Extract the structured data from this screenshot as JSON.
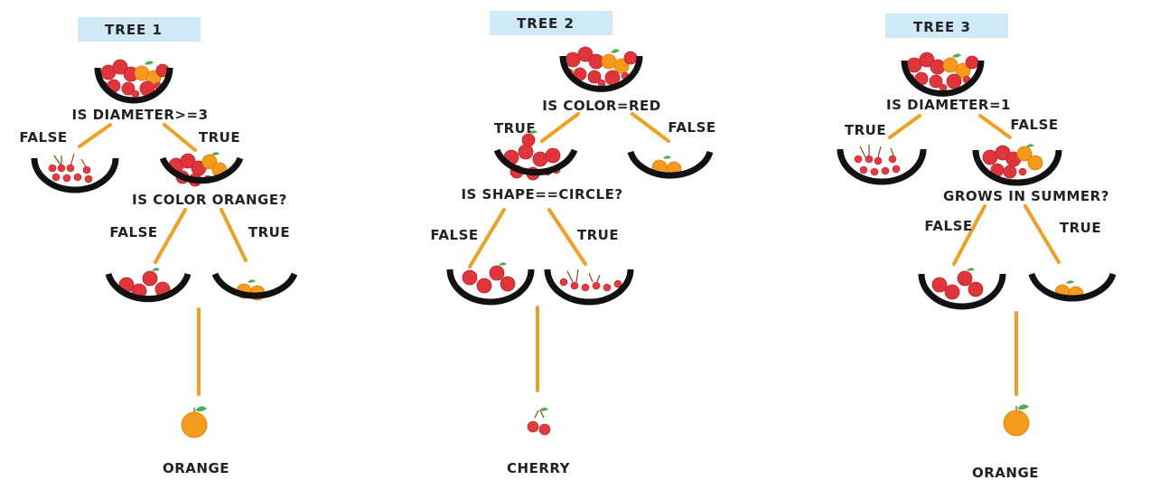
{
  "colors": {
    "title_badge": "#cfe9f7",
    "edge": "#f0a020",
    "bowl": "#111111",
    "apple": "#e0353a",
    "orange": "#f59a1c",
    "cherry": "#e43a3f"
  },
  "trees": [
    {
      "title": "TREE 1",
      "root_question": "IS DIAMETER>=3",
      "root_left": "FALSE",
      "root_right": "TRUE",
      "sub_question": "IS COLOR ORANGE?",
      "sub_left": "FALSE",
      "sub_right": "TRUE",
      "result": "ORANGE"
    },
    {
      "title": "TREE 2",
      "root_question": "IS COLOR=RED",
      "root_left": "TRUE",
      "root_right": "FALSE",
      "sub_question": "IS SHAPE==CIRCLE?",
      "sub_left": "FALSE",
      "sub_right": "TRUE",
      "result": "CHERRY"
    },
    {
      "title": "TREE 3",
      "root_question": "IS DIAMETER=1",
      "root_left": "TRUE",
      "root_right": "FALSE",
      "sub_question": "GROWS IN SUMMER?",
      "sub_left": "FALSE",
      "sub_right": "TRUE",
      "result": "ORANGE"
    }
  ]
}
